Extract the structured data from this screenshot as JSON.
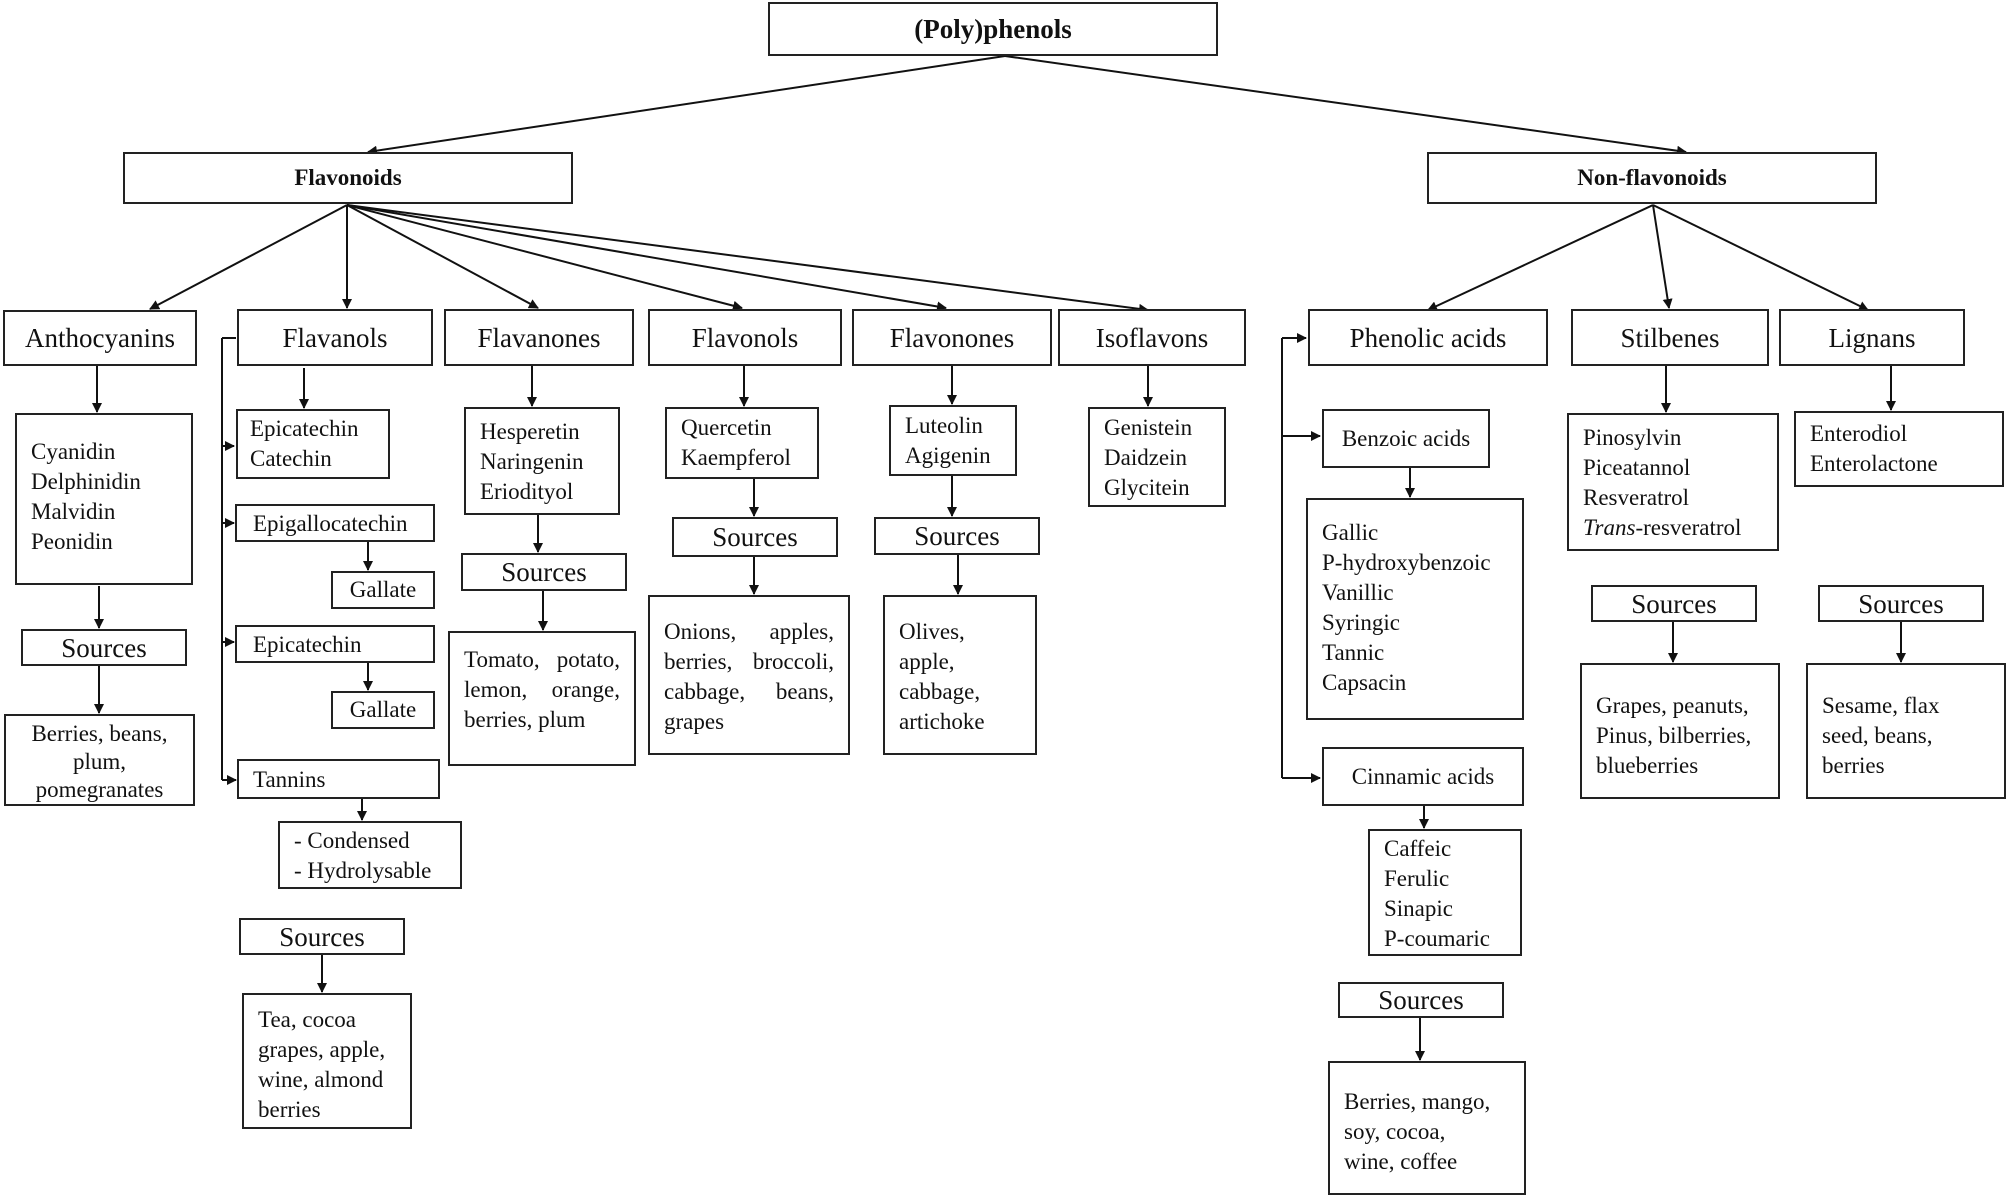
{
  "root": "(Poly)phenols",
  "flavonoids": {
    "label": "Flavonoids",
    "anthocyanins": {
      "label": "Anthocyanins",
      "compounds": "Cyanidin\nDelphinidin\nMalvidin\nPeonidin",
      "sources_label": "Sources",
      "sources": "Berries, beans,\nplum,\npomegranates"
    },
    "flavanols": {
      "label": "Flavanols",
      "epicatechin_catechin": "Epicatechin\nCatechin",
      "epigallocatechin": "Epigallocatechin",
      "gallate_1": "Gallate",
      "epicatechin": "Epicatechin",
      "gallate_2": "Gallate",
      "tannins": "Tannins",
      "tannin_types": "- Condensed\n- Hydrolysable",
      "sources_label": "Sources",
      "sources": "Tea, cocoa\ngrapes, apple,\nwine, almond\nberries"
    },
    "flavanones": {
      "label": "Flavanones",
      "compounds": "Hesperetin\nNaringenin\nEriodityol",
      "sources_label": "Sources",
      "sources": "Tomato, potato, lemon, orange, berries, plum"
    },
    "flavonols": {
      "label": "Flavonols",
      "compounds": "Quercetin\nKaempferol",
      "sources_label": "Sources",
      "sources": "Onions, apples, berries, broccoli, cabbage, beans, grapes"
    },
    "flavonones": {
      "label": "Flavonones",
      "compounds": "Luteolin\nAgigenin",
      "sources_label": "Sources",
      "sources": "Olives,\napple,\ncabbage,\nartichoke"
    },
    "isoflavons": {
      "label": "Isoflavons",
      "compounds": "Genistein\nDaidzein\nGlycitein"
    }
  },
  "non_flavonoids": {
    "label": "Non-flavonoids",
    "phenolic_acids": {
      "label": "Phenolic acids",
      "benzoic_label": "Benzoic acids",
      "benzoic": "Gallic\nP-hydroxybenzoic\nVanillic\nSyringic\nTannic\nCapsacin",
      "cinnamic_label": "Cinnamic acids",
      "cinnamic": "Caffeic\nFerulic\nSinapic\nP-coumaric",
      "sources_label": "Sources",
      "sources": "Berries, mango,\nsoy, cocoa,\nwine, coffee"
    },
    "stilbenes": {
      "label": "Stilbenes",
      "compounds": "Pinosylvin\nPiceatannol\nResveratrol",
      "trans_prefix": "Trans",
      "trans_suffix": "-resveratrol",
      "sources_label": "Sources",
      "sources": "Grapes, peanuts,\nPinus, bilberries,\nblueberries"
    },
    "lignans": {
      "label": "Lignans",
      "compounds": "Enterodiol\nEnterolactone",
      "sources_label": "Sources",
      "sources": "Sesame, flax\nseed, beans,\nberries"
    }
  }
}
